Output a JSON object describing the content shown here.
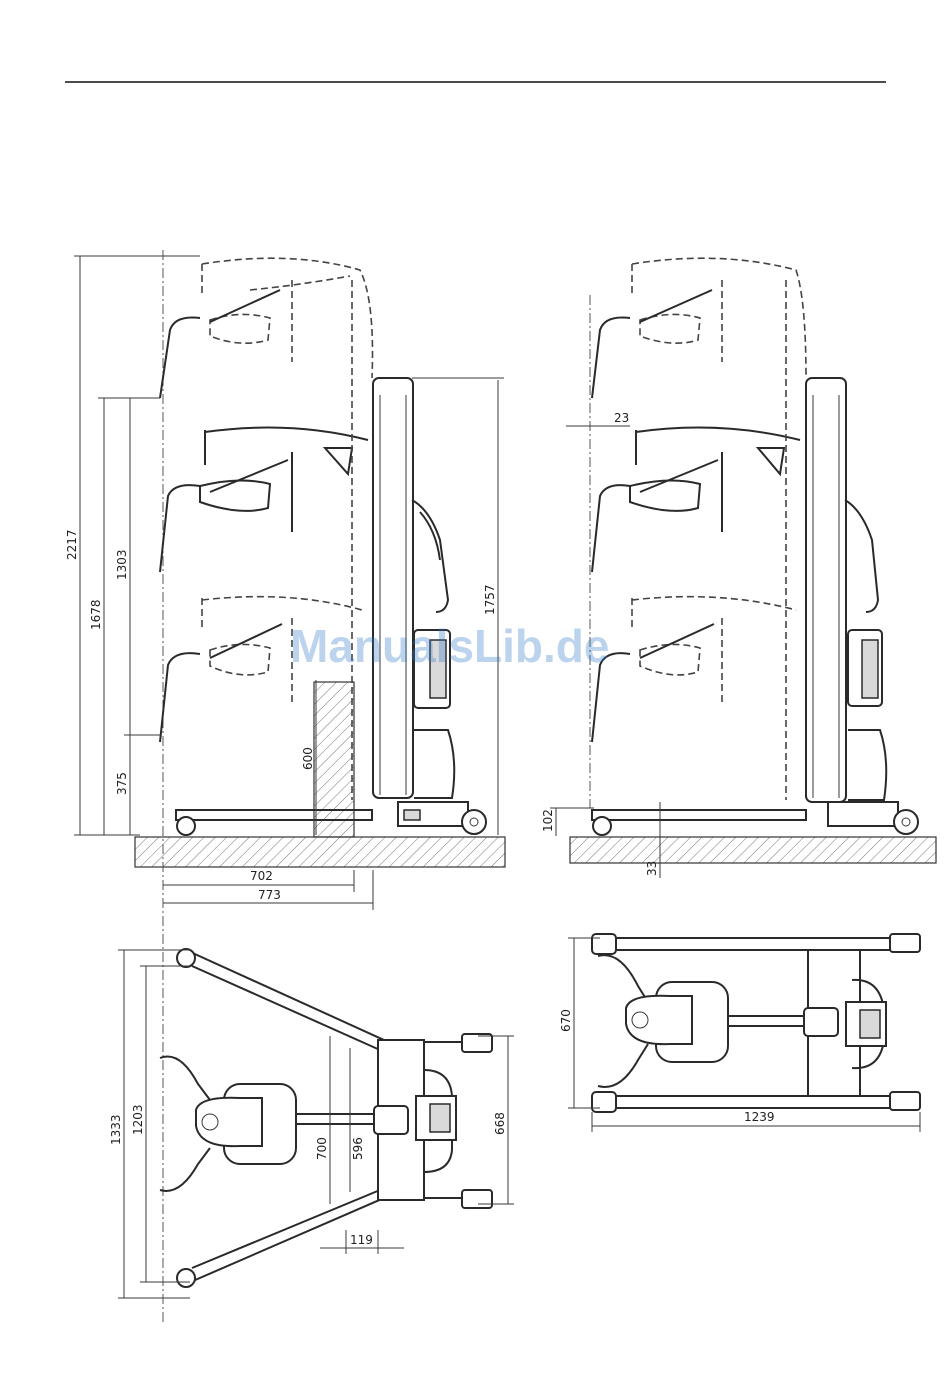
{
  "side_view_left": {
    "dimensions": {
      "total_height": "2217",
      "height_mid": "1678",
      "height_range": "1303",
      "height_low": "375",
      "wall_height": "600",
      "mast_height": "1757",
      "reach_inner": "702",
      "reach_outer": "773"
    }
  },
  "side_view_right": {
    "dimensions": {
      "offset": "23",
      "chassis_height": "102",
      "ground_clearance": "33"
    }
  },
  "top_view_left": {
    "dimensions": {
      "width_open_outer": "1333",
      "width_open_inner": "1203",
      "base_width_inner": "700",
      "base_width_mid": "596",
      "base_width_outer": "668",
      "offset": "119"
    }
  },
  "top_view_right": {
    "dimensions": {
      "width_closed": "670",
      "length": "1239"
    }
  },
  "watermark": "ManualsLib.de"
}
